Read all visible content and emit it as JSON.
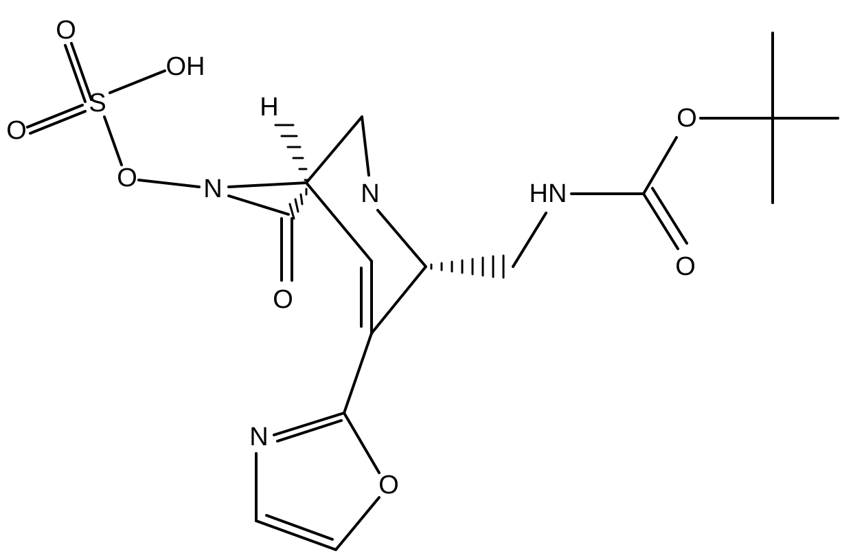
{
  "atoms": {
    "o_top": "O",
    "oh": "OH",
    "s": "S",
    "o_left": "O",
    "o_link": "O",
    "n6": "N",
    "h_stereo": "H",
    "n1": "N",
    "o_carbonyl_ring": "O",
    "hn_carbamate": "HN",
    "o_ester": "O",
    "o_carbamate": "O",
    "n_oxazole": "N",
    "o_oxazole": "O"
  }
}
